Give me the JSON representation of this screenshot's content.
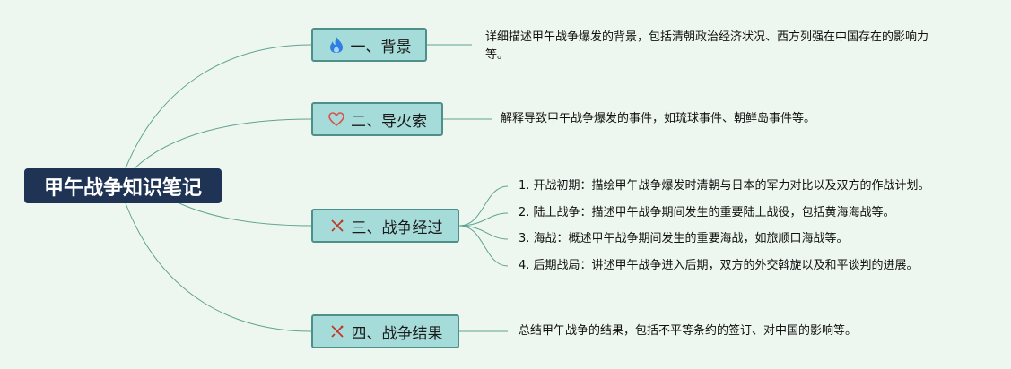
{
  "root": {
    "label": "甲午战争知识笔记"
  },
  "branches": [
    {
      "label": "一、背景",
      "icon": "fire-icon",
      "description": "详细描述甲午战争爆发的背景，包括清朝政治经济状况、西方列强在中国存在的影响力等。"
    },
    {
      "label": "二、导火索",
      "icon": "heart-icon",
      "description": "解释导致甲午战争爆发的事件，如琉球事件、朝鲜岛事件等。"
    },
    {
      "label": "三、战争经过",
      "icon": "crossed-swords-icon",
      "subitems": [
        "1. 开战初期：描绘甲午战争爆发时清朝与日本的军力对比以及双方的作战计划。",
        "2. 陆上战争：描述甲午战争期间发生的重要陆上战役，包括黄海海战等。",
        "3. 海战：概述甲午战争期间发生的重要海战，如旅顺口海战等。",
        "4. 后期战局：讲述甲午战争进入后期，双方的外交斡旋以及和平谈判的进展。"
      ]
    },
    {
      "label": "四、战争结果",
      "icon": "crossed-swords-icon",
      "description": "总结甲午战争的结果，包括不平等条约的签订、对中国的影响等。"
    }
  ],
  "colors": {
    "background": "#eef7ef",
    "root_fill": "#1f3454",
    "branch_fill": "#a5dcd9",
    "branch_border": "#4f8f8a",
    "connector": "#5fa393",
    "fire_icon": "#2f7fe0",
    "heart_icon": "#d9534f",
    "swords_icon": "#c0392b"
  }
}
